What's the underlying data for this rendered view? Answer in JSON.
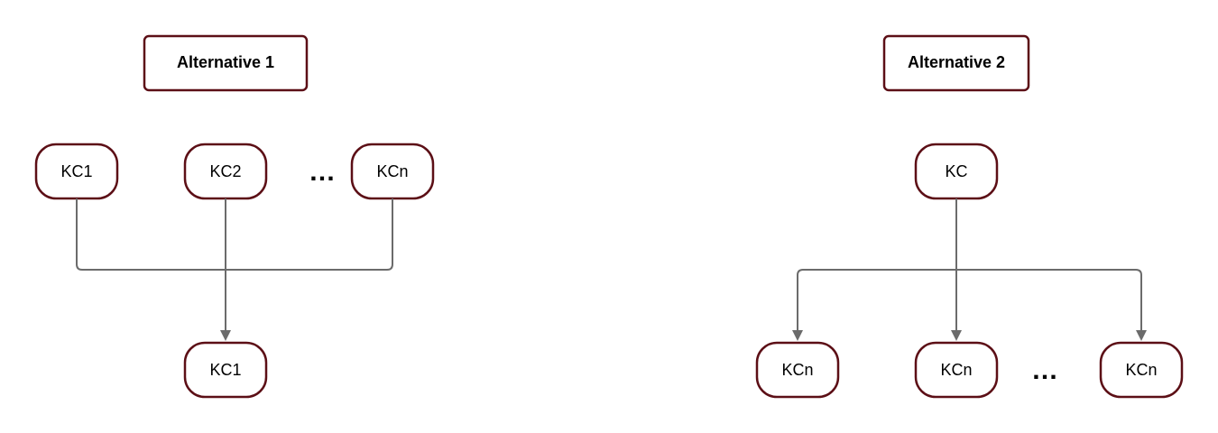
{
  "alt1": {
    "title": "Alternative 1",
    "sources": [
      "KC1",
      "KC2",
      "KCn"
    ],
    "ellipsis": "…",
    "target": "KC1"
  },
  "alt2": {
    "title": "Alternative 2",
    "source": "KC",
    "targets": [
      "KCn",
      "KCn",
      "KCn"
    ],
    "ellipsis": "…"
  },
  "colors": {
    "node_border": "#5c0f16",
    "edge": "#6b6b6b"
  }
}
